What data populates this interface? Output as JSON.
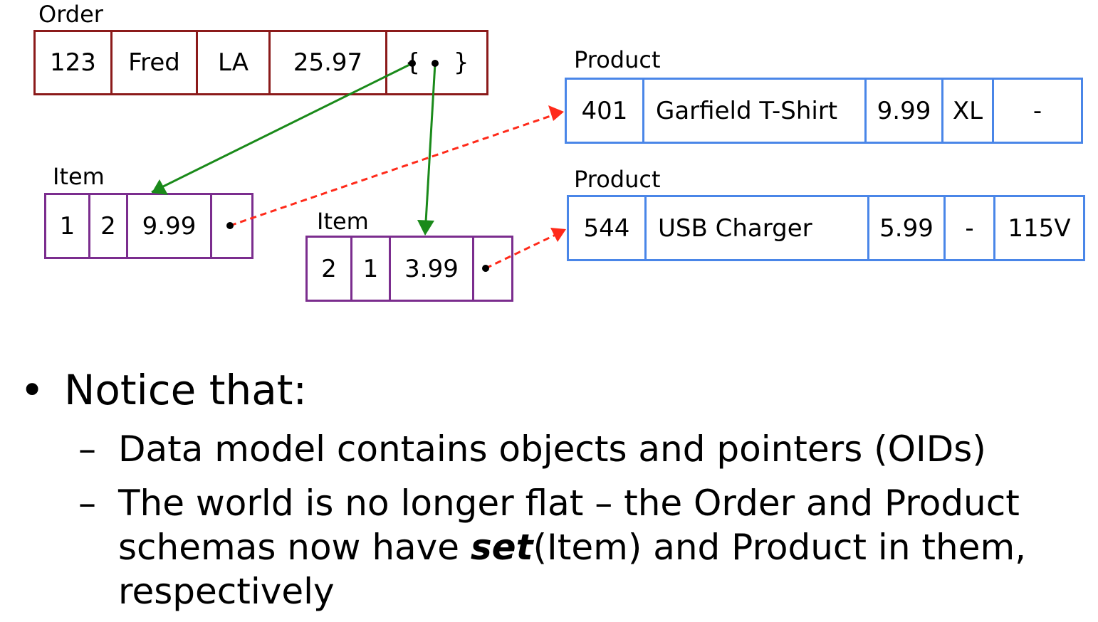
{
  "order": {
    "label": "Order",
    "cells": [
      "123",
      "Fred",
      "LA",
      "25.97",
      "{ }"
    ],
    "dot": "•"
  },
  "item1": {
    "label": "Item",
    "cells": [
      "1",
      "2",
      "9.99"
    ],
    "dot": "•"
  },
  "item2": {
    "label": "Item",
    "cells": [
      "2",
      "1",
      "3.99"
    ],
    "dot": "•"
  },
  "product1": {
    "label": "Product",
    "cells": [
      "401",
      "Garfield T-Shirt",
      "9.99",
      "XL",
      "-"
    ]
  },
  "product2": {
    "label": "Product",
    "cells": [
      "544",
      "USB Charger",
      "5.99",
      "-",
      "115V"
    ]
  },
  "colors": {
    "order_border": "#8b1a1a",
    "item_border": "#7b2d8e",
    "product_border": "#4a86e8",
    "set_arrow": "#1a8a1a",
    "pointer_arrow": "#ff2a1a"
  },
  "bullets": {
    "bullet_glyph": "•",
    "dash_glyph": "–",
    "main": "Notice that:",
    "sub1": "Data model contains objects and pointers (OIDs)",
    "sub2_part1": "The world is no longer flat – the Order and Product schemas now have ",
    "sub2_emph": "set",
    "sub2_part2": "(Item) and Product in them, respectively"
  }
}
